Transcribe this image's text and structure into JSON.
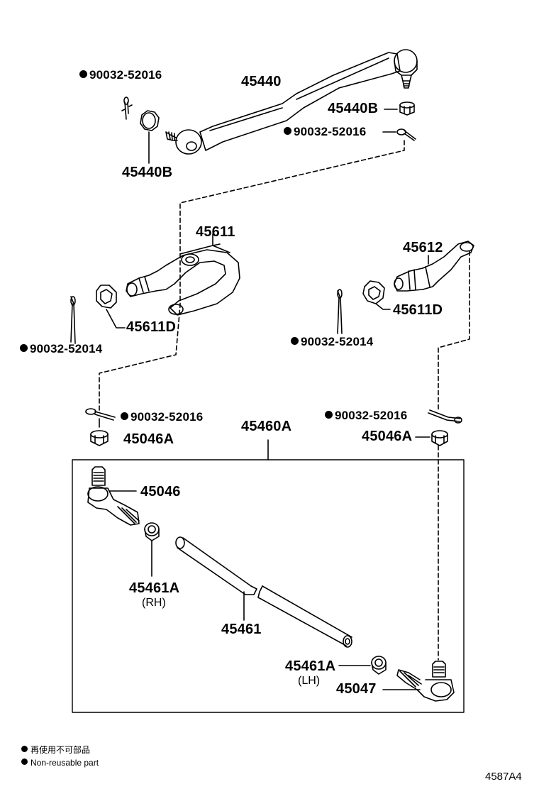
{
  "labels": {
    "rod_45440": "45440",
    "pin_top_left": "90032-52016",
    "nut_45440b_left": "45440B",
    "nut_45440b_right": "45440B",
    "pin_top_right": "90032-52016",
    "arm_45611": "45611",
    "nut_45611d_left": "45611D",
    "pin_52014_left": "90032-52014",
    "arm_45612": "45612",
    "nut_45611d_right": "45611D",
    "pin_52014_right": "90032-52014",
    "pin_mid_left": "90032-52016",
    "nut_45046a_left": "45046A",
    "assembly_45460a": "45460A",
    "pin_mid_right": "90032-52016",
    "nut_45046a_right": "45046A",
    "end_45046": "45046",
    "clamp_45461a_rh": "45461A",
    "rh": "(RH)",
    "tube_45461": "45461",
    "clamp_45461a_lh": "45461A",
    "lh": "(LH)",
    "end_45047": "45047"
  },
  "legend": {
    "line1": "再使用不可部品",
    "line2": "Non-reusable part"
  },
  "figure_id": "4587A4",
  "non_reusable_marker_color": "#000000"
}
